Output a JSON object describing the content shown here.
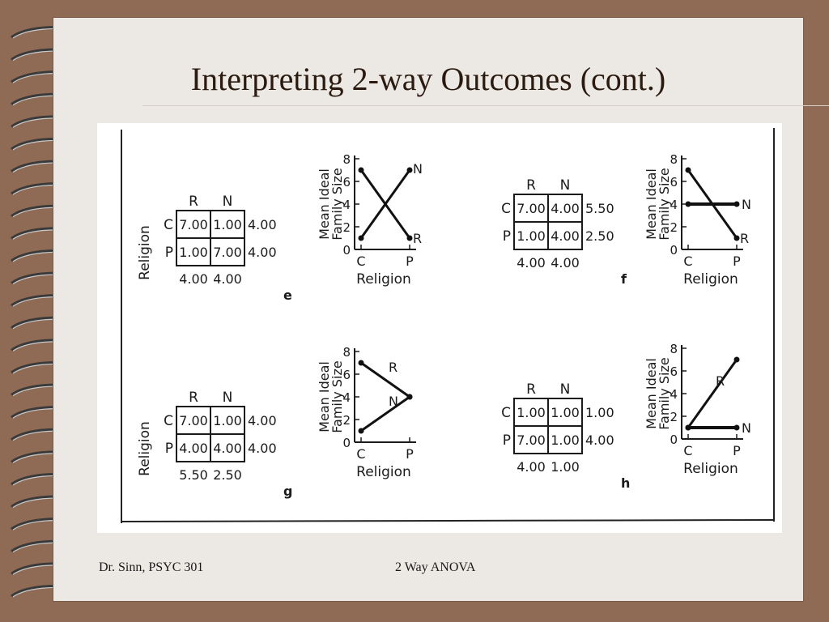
{
  "slide": {
    "title": "Interpreting 2-way Outcomes (cont.)",
    "footer_left": "Dr. Sinn, PSYC 301",
    "footer_center": "2 Way ANOVA"
  },
  "panels": [
    {
      "letter": "e",
      "row_factor": "Religion",
      "col_headers": [
        "R",
        "N"
      ],
      "row_labels": [
        "C",
        "P"
      ],
      "cells": [
        [
          "7.00",
          "1.00"
        ],
        [
          "1.00",
          "7.00"
        ]
      ],
      "row_means": [
        "4.00",
        "4.00"
      ],
      "col_means": [
        "4.00",
        "4.00"
      ],
      "ylabel": [
        "Mean Ideal",
        "Family Size"
      ],
      "xlabel": "Religion"
    },
    {
      "letter": "f",
      "row_factor": "",
      "col_headers": [
        "R",
        "N"
      ],
      "row_labels": [
        "C",
        "P"
      ],
      "cells": [
        [
          "7.00",
          "4.00"
        ],
        [
          "1.00",
          "4.00"
        ]
      ],
      "row_means": [
        "5.50",
        "2.50"
      ],
      "col_means": [
        "4.00",
        "4.00"
      ],
      "ylabel": [
        "Mean Ideal",
        "Family Size"
      ],
      "xlabel": "Religion"
    },
    {
      "letter": "g",
      "row_factor": "Religion",
      "col_headers": [
        "R",
        "N"
      ],
      "row_labels": [
        "C",
        "P"
      ],
      "cells": [
        [
          "7.00",
          "1.00"
        ],
        [
          "4.00",
          "4.00"
        ]
      ],
      "row_means": [
        "4.00",
        "4.00"
      ],
      "col_means": [
        "5.50",
        "2.50"
      ],
      "ylabel": [
        "Mean Ideal",
        "Family Size"
      ],
      "xlabel": "Religion"
    },
    {
      "letter": "h",
      "row_factor": "",
      "col_headers": [
        "R",
        "N"
      ],
      "row_labels": [
        "C",
        "P"
      ],
      "cells": [
        [
          "1.00",
          "1.00"
        ],
        [
          "7.00",
          "1.00"
        ]
      ],
      "row_means": [
        "1.00",
        "4.00"
      ],
      "col_means": [
        "4.00",
        "1.00"
      ],
      "ylabel": [
        "Mean Ideal",
        "Family Size"
      ],
      "xlabel": "Religion"
    }
  ],
  "chart_data": [
    {
      "type": "line",
      "panel": "e",
      "categories": [
        "C",
        "P"
      ],
      "ylim": [
        0,
        8
      ],
      "yticks": [
        0,
        2,
        4,
        6,
        8
      ],
      "series": [
        {
          "name": "N",
          "values": [
            1,
            7
          ]
        },
        {
          "name": "R",
          "values": [
            7,
            1
          ]
        }
      ],
      "xlabel": "Religion",
      "ylabel": "Mean Ideal Family Size",
      "grid": false
    },
    {
      "type": "line",
      "panel": "f",
      "categories": [
        "C",
        "P"
      ],
      "ylim": [
        0,
        8
      ],
      "yticks": [
        0,
        2,
        4,
        6,
        8
      ],
      "series": [
        {
          "name": "N",
          "values": [
            4,
            4
          ]
        },
        {
          "name": "R",
          "values": [
            7,
            1
          ]
        }
      ],
      "xlabel": "Religion",
      "ylabel": "Mean Ideal Family Size",
      "grid": false
    },
    {
      "type": "line",
      "panel": "g",
      "categories": [
        "C",
        "P"
      ],
      "ylim": [
        0,
        8
      ],
      "yticks": [
        0,
        2,
        4,
        6,
        8
      ],
      "series": [
        {
          "name": "R",
          "values": [
            7,
            4
          ]
        },
        {
          "name": "N",
          "values": [
            1,
            4
          ]
        }
      ],
      "xlabel": "Religion",
      "ylabel": "Mean Ideal Family Size",
      "grid": false
    },
    {
      "type": "line",
      "panel": "h",
      "categories": [
        "C",
        "P"
      ],
      "ylim": [
        0,
        8
      ],
      "yticks": [
        0,
        2,
        4,
        6,
        8
      ],
      "series": [
        {
          "name": "R",
          "values": [
            1,
            7
          ]
        },
        {
          "name": "N",
          "values": [
            1,
            1
          ]
        }
      ],
      "xlabel": "Religion",
      "ylabel": "Mean Ideal Family Size",
      "grid": false
    }
  ]
}
